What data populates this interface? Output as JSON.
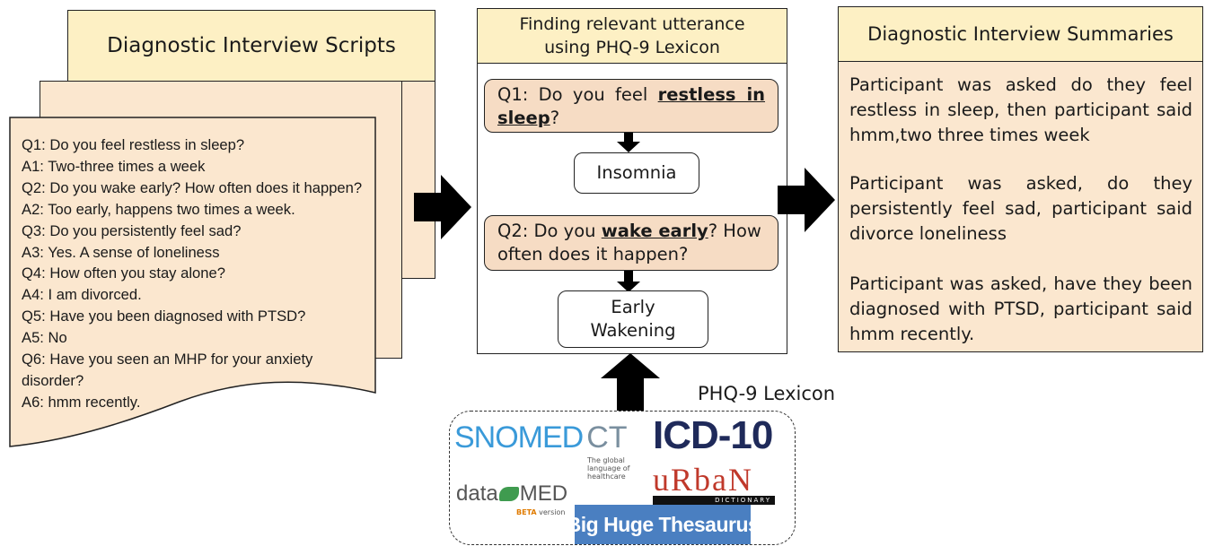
{
  "scripts": {
    "header": "Diagnostic Interview Scripts",
    "lines": [
      "Q1: Do you feel restless in sleep?",
      "A1: Two-three times a week",
      "Q2:  Do you wake early? How often does it happen?",
      "A2: Too early, happens two times a week.",
      "Q3: Do you persistently feel sad?",
      "A3: Yes. A sense of loneliness",
      "Q4: How often you stay alone?",
      "A4: I am divorced.",
      "Q5: Have you been diagnosed with PTSD?",
      "A5: No",
      "Q6: Have you seen an MHP for your anxiety disorder?",
      "A6: hmm recently."
    ]
  },
  "finding": {
    "header": "Finding relevant utterance using PHQ-9 Lexicon",
    "q1": {
      "prefix": "Q1: Do you feel ",
      "keyword": "restless in sleep",
      "suffix": "?"
    },
    "q1_result": "Insomnia",
    "q2": {
      "prefix": "Q2: Do you ",
      "keyword": "wake early",
      "suffix": "? How often does it happen?"
    },
    "q2_result": "Early Wakening"
  },
  "summaries": {
    "header": "Diagnostic Interview Summaries",
    "paragraphs": [
      "Participant was asked do they feel restless in sleep, then participant said hmm,two three times week",
      "Participant was asked, do they persistently feel sad, participant said divorce loneliness",
      "Participant was asked, have they been diagnosed with PTSD, participant said hmm recently."
    ]
  },
  "lexicon": {
    "label": "PHQ-9 Lexicon",
    "logos": {
      "snomed": "SNOMED",
      "snomed_ct": "CT",
      "snomed_tagline": "The global language of healthcare",
      "icd": "ICD-10",
      "datamed_a": "data",
      "datamed_b": "MED",
      "datamed_beta": "BETA",
      "datamed_version": "version",
      "urban": "uRbaN",
      "urban_sub": "DICTIONARY",
      "thesaurus": "Big Huge Thesaurus"
    }
  },
  "colors": {
    "header_fill": "#fdf0c4",
    "page_fill": "#fbe7cf",
    "question_fill": "#f6dcc4",
    "snomed_blue": "#3a9ad9",
    "icd_navy": "#1f2a5a",
    "urban_red": "#c0392b",
    "thesaurus_blue": "#4a7fc1"
  }
}
